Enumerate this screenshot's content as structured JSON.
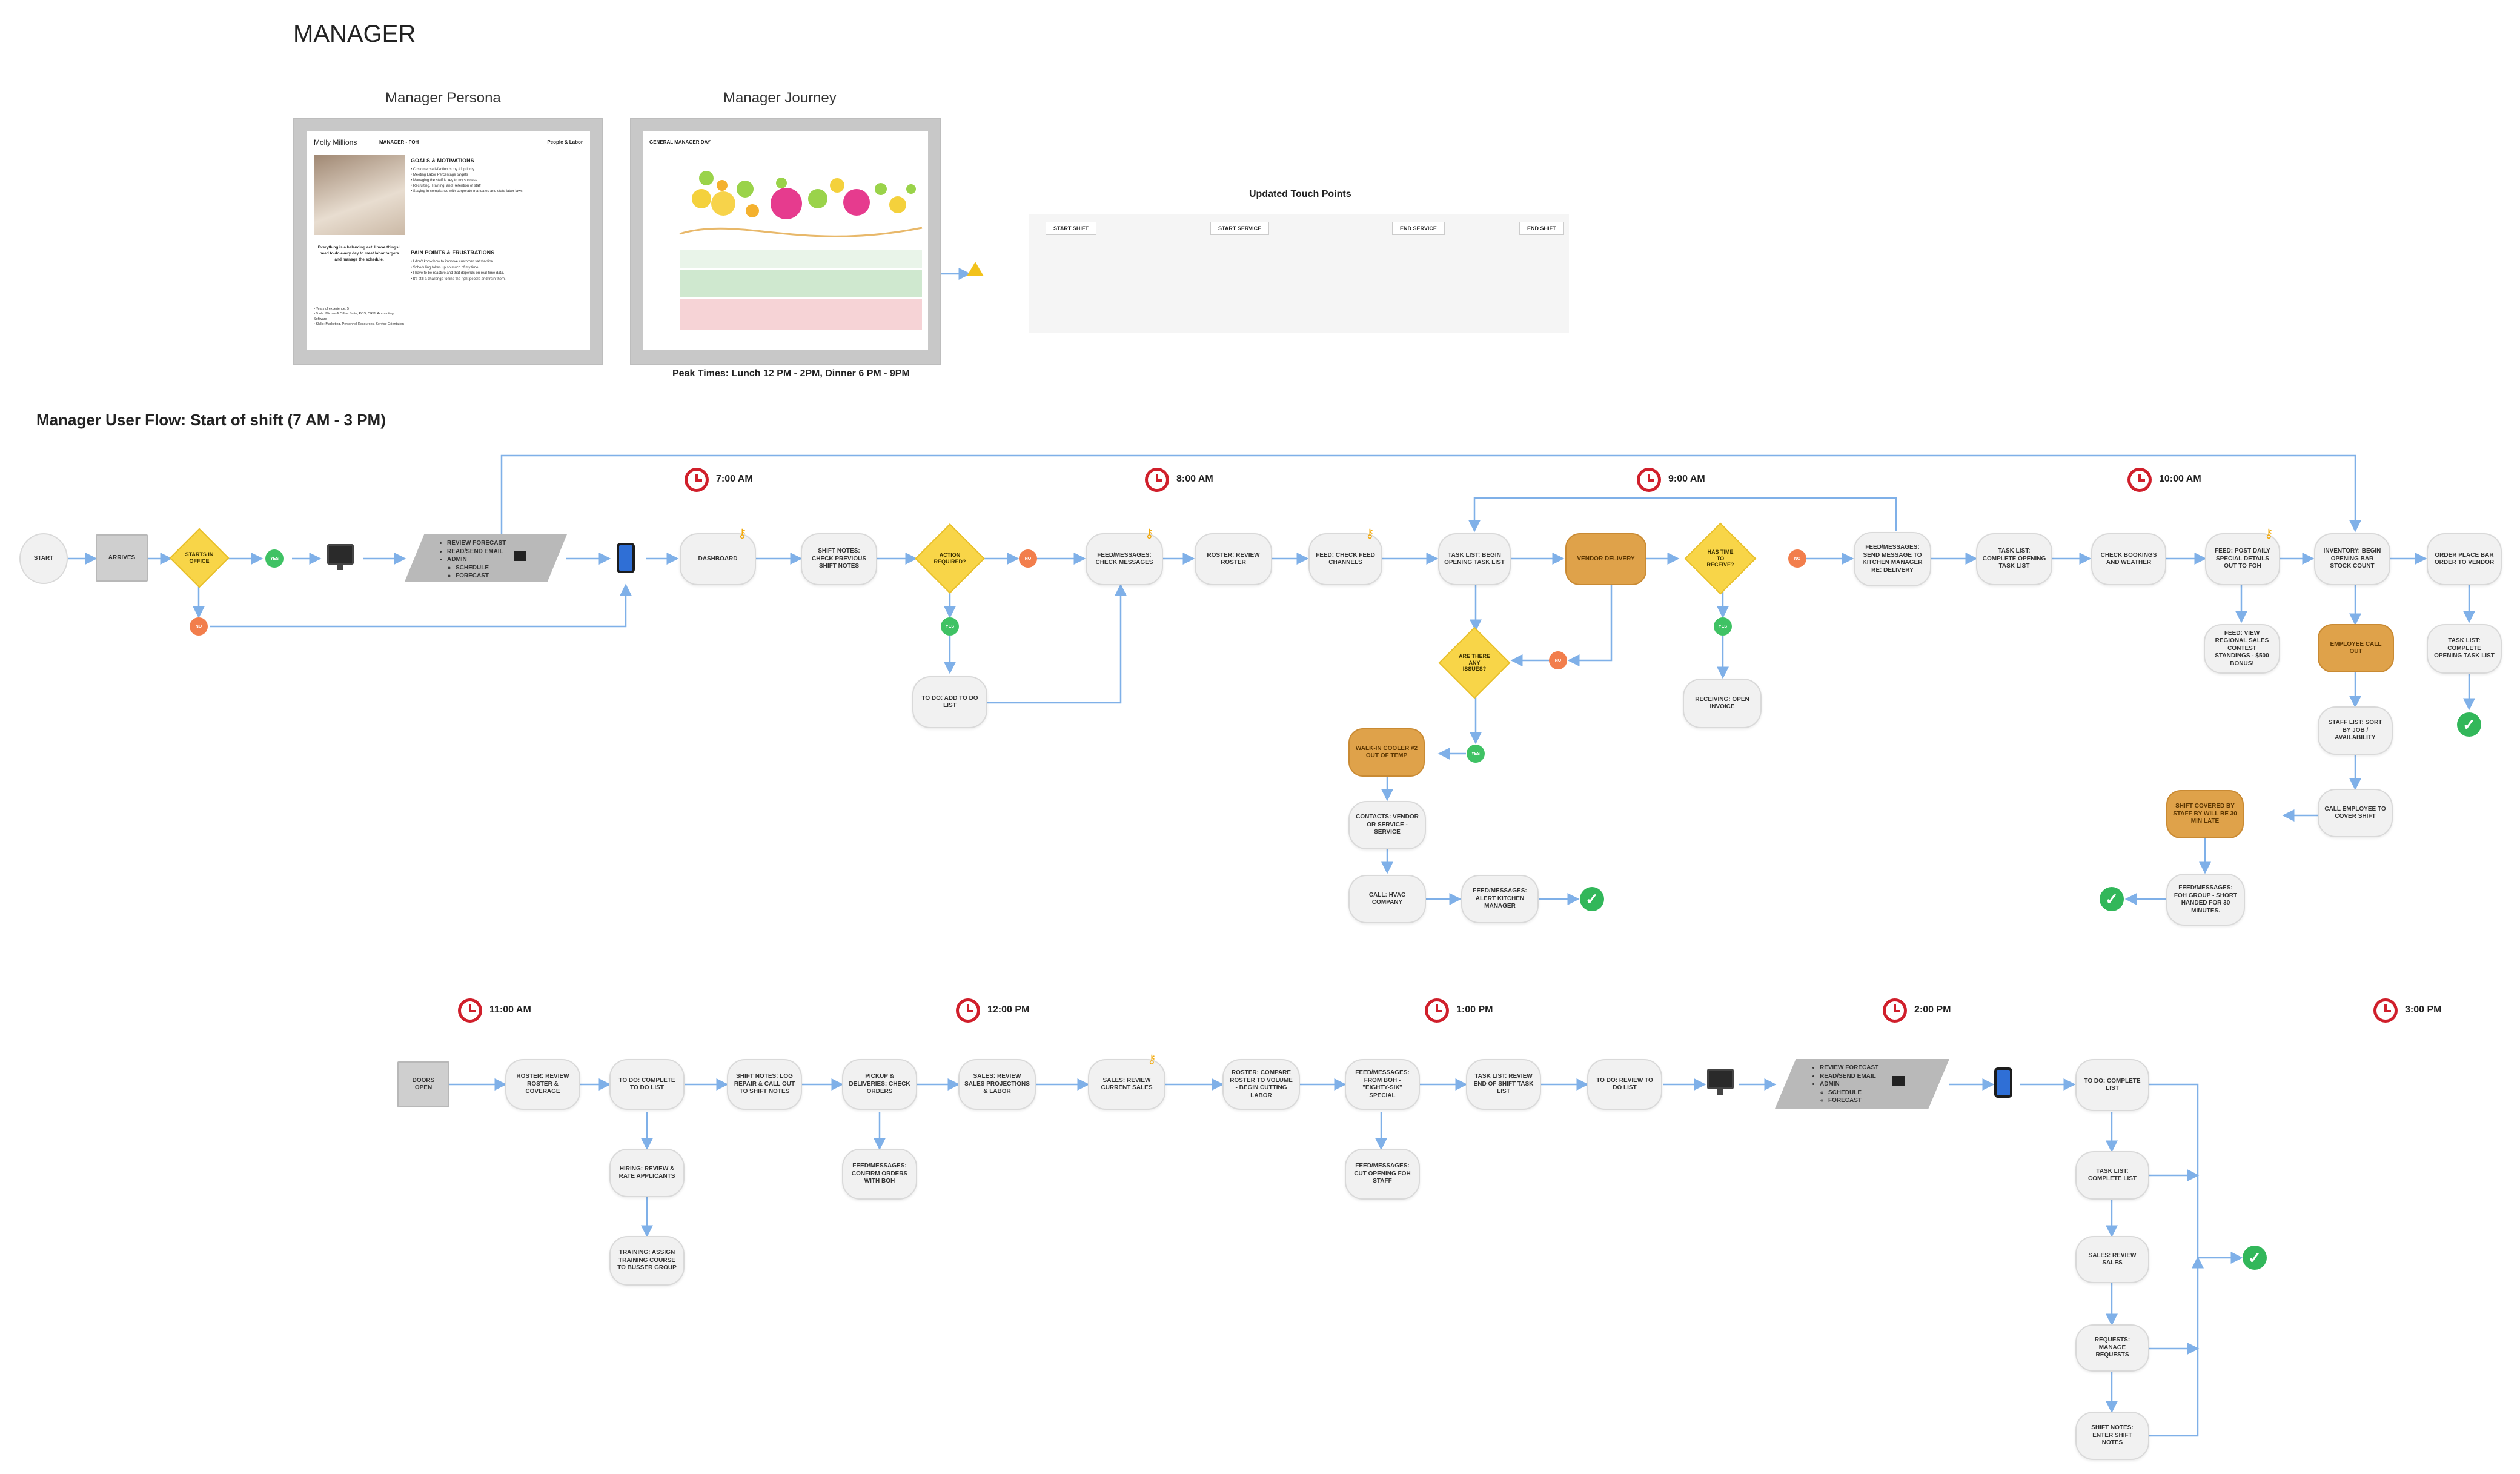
{
  "page": {
    "title": "MANAGER",
    "flow_title": "Manager User Flow: Start of shift (7 AM - 3 PM)"
  },
  "top": {
    "persona_caption": "Manager Persona",
    "journey_caption": "Manager Journey",
    "touchpoints_caption": "Updated Touch Points",
    "peak_times": "Peak Times: Lunch 12 PM - 2PM, Dinner 6 PM - 9PM",
    "persona": {
      "name": "Molly Millions",
      "role": "MANAGER - FOH",
      "category": "People & Labor",
      "goals_title": "GOALS & MOTIVATIONS",
      "pain_title": "PAIN POINTS & FRUSTRATIONS",
      "goals": [
        "Customer satisfaction is my #1 priority.",
        "Meeting Labor Percentage targets",
        "Managing the staff is key to my success.",
        "Recruiting, Training, and Retention of staff",
        "Staying in compliance with corporate mandates and state labor laws."
      ],
      "pains": [
        "I don't know how to improve customer satisfaction.",
        "Scheduling takes up so much of my time.",
        "I have to be reactive and that depends on real-time data.",
        "It's still a challenge to find the right people and train them."
      ],
      "quote": "Everything is a balancing act. I have things I need to do every day to meet labor targets and manage the schedule.",
      "facts": [
        "Years of experience: 5",
        "Tools: Microsoft Office Suite, POS, CRM, Accounting Software",
        "Skills: Marketing, Personnel Resources, Service Orientation"
      ]
    },
    "journey": {
      "heading": "GENERAL MANAGER DAY"
    },
    "touch": {
      "stages": [
        "START SHIFT",
        "START SERVICE",
        "END SERVICE",
        "END SHIFT"
      ]
    }
  },
  "times": [
    "7:00 AM",
    "8:00 AM",
    "9:00 AM",
    "10:00 AM",
    "11:00 AM",
    "12:00 PM",
    "1:00 PM",
    "2:00 PM",
    "3:00 PM"
  ],
  "row1": {
    "start": "START",
    "arrives": "ARRIVES",
    "starts_in_office": "STARTS IN OFFICE",
    "review_list": [
      "REVIEW FORECAST",
      "READ/SEND EMAIL",
      "ADMIN"
    ],
    "review_sub": [
      "SCHEDULE",
      "FORECAST"
    ],
    "dashboard": "DASHBOARD",
    "shift_notes": "SHIFT NOTES: CHECK PREVIOUS SHIFT NOTES",
    "action_required": "ACTION REQUIRED?",
    "todo_add": "TO DO: ADD TO DO LIST",
    "feed_check": "FEED/MESSAGES: CHECK MESSAGES",
    "roster_review": "ROSTER: REVIEW ROSTER",
    "feed_channels": "FEED: CHECK FEED CHANNELS",
    "task_begin": "TASK LIST: BEGIN OPENING TASK LIST",
    "vendor_delivery": "VENDOR DELIVERY",
    "any_issues": "ARE THERE ANY ISSUES?",
    "walkin_cooler": "WALK-IN COOLER #2 OUT OF TEMP",
    "contacts_vendor": "CONTACTS: VENDOR OR SERVICE - SERVICE",
    "call_hvac": "CALL: HVAC COMPANY",
    "alert_kitchen": "FEED/MESSAGES: ALERT KITCHEN MANAGER",
    "has_time": "HAS TIME TO RECEIVE?",
    "receiving": "RECEIVING: OPEN INVOICE",
    "send_message": "FEED/MESSAGES: SEND MESSAGE TO KITCHEN MANAGER RE: DELIVERY",
    "complete_opening": "TASK LIST: COMPLETE OPENING TASK LIST",
    "check_bookings": "CHECK BOOKINGS AND WEATHER",
    "post_daily": "FEED: POST DAILY SPECIAL DETAILS OUT TO FOH",
    "regional_sales": "FEED: VIEW REGIONAL SALES CONTEST STANDINGS - $500 BONUS!",
    "inventory": "INVENTORY: BEGIN OPENING BAR STOCK COUNT",
    "employee_callout": "EMPLOYEE CALL OUT",
    "staff_sort": "STAFF LIST: SORT BY JOB / AVAILABILITY",
    "call_employee": "CALL EMPLOYEE TO COVER SHIFT",
    "shift_covered": "SHIFT COVERED BY STAFF BY WILL BE 30 MIN LATE",
    "foh_group": "FEED/MESSAGES: FOH GROUP - SHORT HANDED FOR 30 MINUTES.",
    "order_bar": "ORDER PLACE BAR ORDER TO VENDOR",
    "complete_opening2": "TASK LIST: COMPLETE OPENING TASK LIST",
    "yes": "YES",
    "no": "NO"
  },
  "row2": {
    "doors_open": "DOORS OPEN",
    "roster_coverage": "ROSTER: REVIEW ROSTER & COVERAGE",
    "todo_complete": "TO DO: COMPLETE TO DO LIST",
    "hiring": "HIRING: REVIEW & RATE APPLICANTS",
    "training": "TRAINING: ASSIGN TRAINING COURSE TO BUSSER GROUP",
    "shift_log": "SHIFT NOTES: LOG REPAIR & CALL OUT TO SHIFT NOTES",
    "pickup": "PICKUP & DELIVERIES: CHECK ORDERS",
    "confirm_orders": "FEED/MESSAGES: CONFIRM ORDERS WITH BOH",
    "sales_projections": "SALES: REVIEW SALES PROJECTIONS & LABOR",
    "current_sales": "SALES: REVIEW CURRENT SALES",
    "roster_compare": "ROSTER: COMPARE ROSTER TO VOLUME - BEGIN CUTTING LABOR",
    "from_boh": "FEED/MESSAGES: FROM BOH - \"EIGHTY-SIX\" SPECIAL",
    "cut_opening": "FEED/MESSAGES: CUT OPENING FOH STAFF",
    "end_of_shift": "TASK LIST: REVIEW END OF SHIFT TASK LIST",
    "todo_review": "TO DO: REVIEW TO DO LIST",
    "review_list": [
      "REVIEW FORECAST",
      "READ/SEND EMAIL",
      "ADMIN"
    ],
    "review_sub": [
      "SCHEDULE",
      "FORECAST"
    ],
    "todo_complete2": "TO DO: COMPLETE LIST",
    "task_complete": "TASK LIST: COMPLETE LIST",
    "sales_review": "SALES: REVIEW SALES",
    "requests": "REQUESTS: MANAGE REQUESTS",
    "shift_notes_enter": "SHIFT NOTES: ENTER SHIFT NOTES"
  },
  "colors": {
    "decision": "#f8d548",
    "orange": "#dfa24a",
    "yes": "#3fc264",
    "no": "#f27e4c",
    "clock": "#d01f2b",
    "arrow": "#7fb0e8"
  }
}
